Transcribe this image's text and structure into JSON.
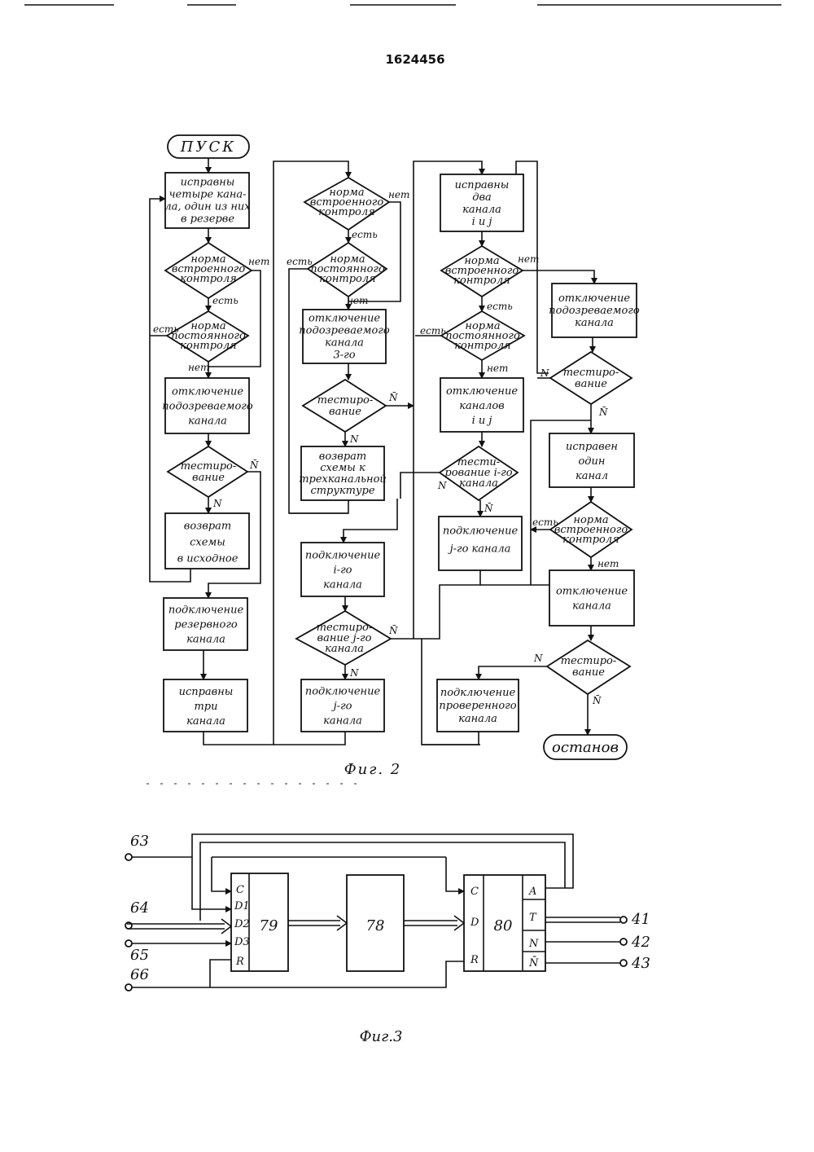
{
  "patent_number": "1624456",
  "fig2": {
    "caption": "Фиг. 2",
    "start": "ПУСК",
    "stop": "останов",
    "col1": {
      "b1": [
        "исправны",
        "четыре кана-",
        "ла, один из них",
        "в резерве"
      ],
      "d1": [
        "норма",
        "встроенного",
        "контроля"
      ],
      "d1_no": "нет",
      "d1_yes": "есть",
      "d2": [
        "норма",
        "постоянного",
        "контроля"
      ],
      "d2_yes": "есть",
      "d2_no": "нет",
      "b2": [
        "отключение",
        "подозреваемого",
        "канала"
      ],
      "d3": [
        "тестиро-",
        "вание"
      ],
      "d3_n": "N",
      "d3_nbar": "N̄",
      "b3": [
        "возврат",
        "схемы",
        "в исходное"
      ],
      "b4": [
        "подключение",
        "резервного",
        "канала"
      ],
      "b5": [
        "исправны",
        "три",
        "канала"
      ]
    },
    "col2": {
      "d1": [
        "норма",
        "встроенного",
        "контроля"
      ],
      "d1_no": "нет",
      "d1_yes": "есть",
      "d2": [
        "норма",
        "постоянного",
        "контроля"
      ],
      "d2_yes": "есть",
      "d2_no": "нет",
      "b1": [
        "отключение",
        "подозреваемого",
        "канала",
        "3-го"
      ],
      "d3": [
        "тестиро-",
        "вание"
      ],
      "d3_nbar": "N̄",
      "d3_n": "N",
      "b2": [
        "возврат",
        "схемы к",
        "трехканальной",
        "структуре"
      ],
      "b3": [
        "подключение",
        "i-го",
        "канала"
      ],
      "d4": [
        "тестиро-",
        "вание j-го",
        "канала"
      ],
      "d4_nbar": "N̄",
      "d4_n": "N",
      "b4": [
        "подключение",
        "j-го",
        "канала"
      ]
    },
    "col3": {
      "b1": [
        "исправны",
        "два",
        "канала",
        "i и j"
      ],
      "d1": [
        "норма",
        "встроенного",
        "контроля"
      ],
      "d1_no": "нет",
      "d1_yes": "есть",
      "d2": [
        "норма",
        "постоянного",
        "контроля"
      ],
      "d2_yes": "есть",
      "d2_no": "нет",
      "b2": [
        "отключение",
        "каналов",
        "i и j"
      ],
      "d3": [
        "тести-",
        "рование i-го",
        "канала"
      ],
      "d3_n": "N",
      "d3_nbar": "N̄",
      "b3": [
        "подключение",
        "j-го канала"
      ],
      "b4": [
        "подключение",
        "проверенного",
        "канала"
      ]
    },
    "col4": {
      "b1": [
        "отключение",
        "подозреваемого",
        "канала"
      ],
      "d1": [
        "тестиро-",
        "вание"
      ],
      "d1_n": "N",
      "d1_nbar": "N̄",
      "b2": [
        "исправен",
        "один",
        "канал"
      ],
      "d2": [
        "норма",
        "встроенного",
        "контроля"
      ],
      "d2_yes": "есть",
      "d2_no": "нет",
      "b3": [
        "отключение",
        "канала"
      ],
      "d3": [
        "тестиро-",
        "вание"
      ],
      "d3_n": "N",
      "d3_nbar": "N̄"
    }
  },
  "fig3": {
    "caption": "Фиг.3",
    "inputs": [
      "63",
      "64",
      "65",
      "66"
    ],
    "outputs": [
      "41",
      "42",
      "43"
    ],
    "block79": {
      "label": "79",
      "pins": [
        "C",
        "D1",
        "D2",
        "D3",
        "R"
      ]
    },
    "block78": {
      "label": "78"
    },
    "block80": {
      "label": "80",
      "pins_in": [
        "C",
        "D",
        "R"
      ],
      "pins_out": [
        "A",
        "T",
        "N",
        "N̄"
      ]
    }
  }
}
